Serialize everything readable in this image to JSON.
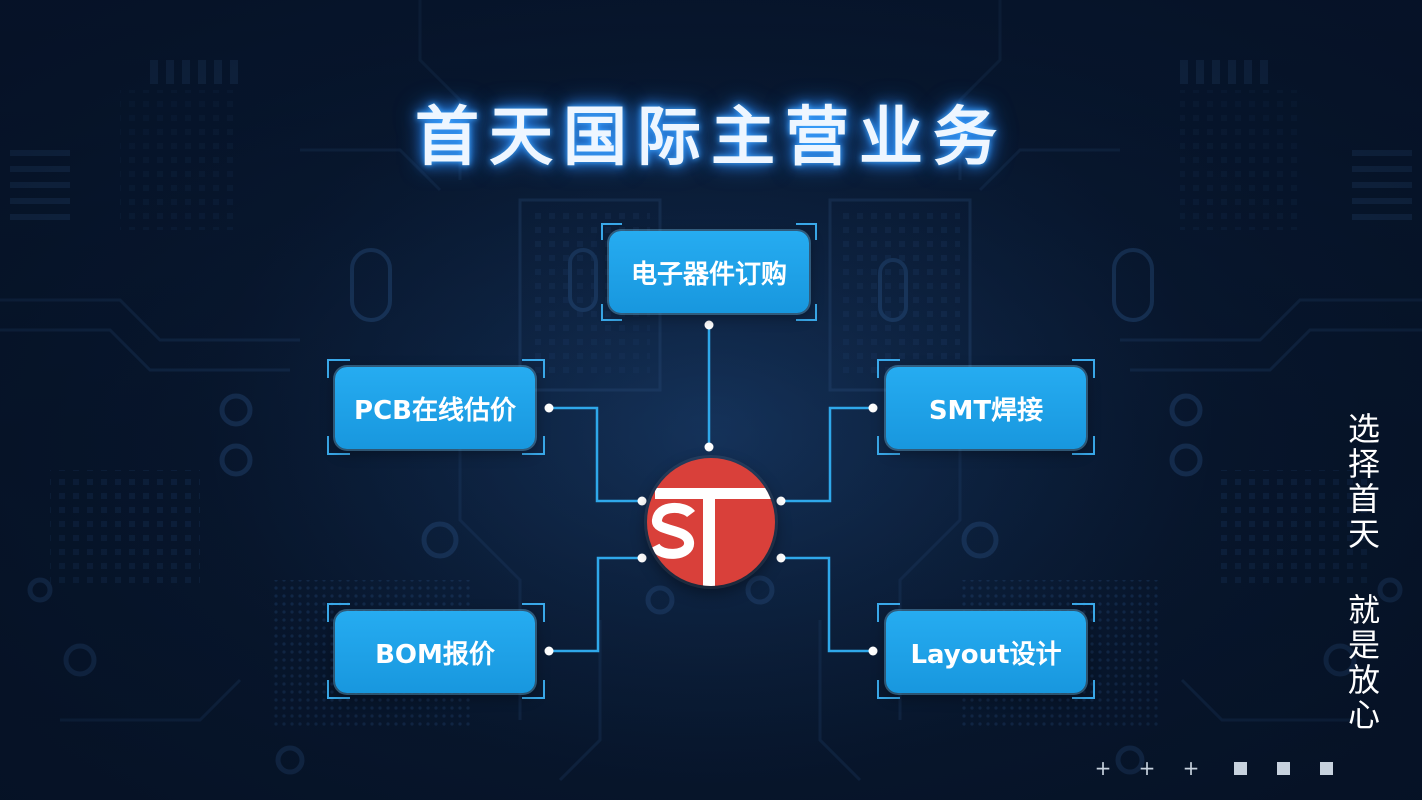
{
  "title": "首天国际主营业务",
  "center_logo": {
    "icon": "st-logo-icon",
    "background_color": "#d9403a",
    "letters": "ST"
  },
  "services": [
    {
      "label": "电子器件订购"
    },
    {
      "label": "PCB在线估价"
    },
    {
      "label": "SMT焊接"
    },
    {
      "label": "BOM报价"
    },
    {
      "label": "Layout设计"
    }
  ],
  "slogan": "选择首天 就是放心",
  "decoration": {
    "plus_marks": [
      "+",
      "+",
      "+"
    ],
    "square_count": 3
  },
  "colors": {
    "background": "#0a1d3a",
    "box_fill": "#1e9fe6",
    "line": "#2fa8ea",
    "title_glow": "#2b8cff",
    "logo_red": "#d9403a"
  }
}
